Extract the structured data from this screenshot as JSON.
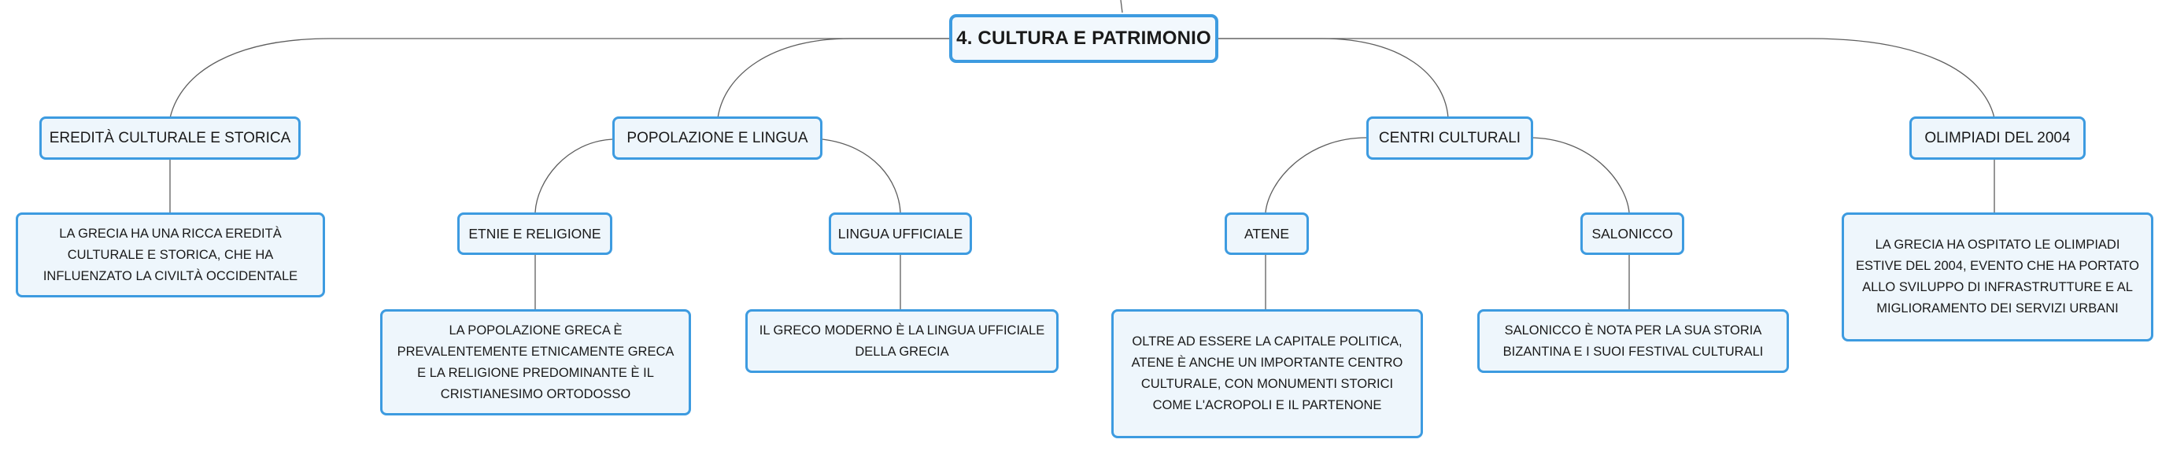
{
  "root": {
    "label": "4. CULTURA E PATRIMONIO"
  },
  "branches": [
    {
      "label": "EREDITÀ CULTURALE E STORICA",
      "description": "LA GRECIA HA UNA RICCA EREDITÀ CULTURALE E STORICA, CHE HA INFLUENZATO LA CIVILTÀ OCCIDENTALE"
    },
    {
      "label": "POPOLAZIONE E LINGUA",
      "children": [
        {
          "label": "ETNIE E RELIGIONE",
          "description": "LA POPOLAZIONE GRECA È PREVALENTEMENTE ETNICAMENTE GRECA E LA RELIGIONE PREDOMINANTE È IL CRISTIANESIMO ORTODOSSO"
        },
        {
          "label": "LINGUA UFFICIALE",
          "description": "IL GRECO MODERNO È LA LINGUA UFFICIALE DELLA GRECIA"
        }
      ]
    },
    {
      "label": "CENTRI CULTURALI",
      "children": [
        {
          "label": "ATENE",
          "description": "OLTRE AD ESSERE LA CAPITALE POLITICA, ATENE È ANCHE UN IMPORTANTE CENTRO CULTURALE, CON MONUMENTI STORICI COME L'ACROPOLI E IL PARTENONE"
        },
        {
          "label": "SALONICCO",
          "description": "SALONICCO È NOTA PER LA SUA STORIA BIZANTINA E I SUOI FESTIVAL CULTURALI"
        }
      ]
    },
    {
      "label": "OLIMPIADI DEL 2004",
      "description": "LA GRECIA HA OSPITATO LE OLIMPIADI ESTIVE DEL 2004, EVENTO CHE HA PORTATO ALLO SVILUPPO DI INFRASTRUTTURE E AL MIGLIORAMENTO DEI SERVIZI URBANI"
    }
  ]
}
